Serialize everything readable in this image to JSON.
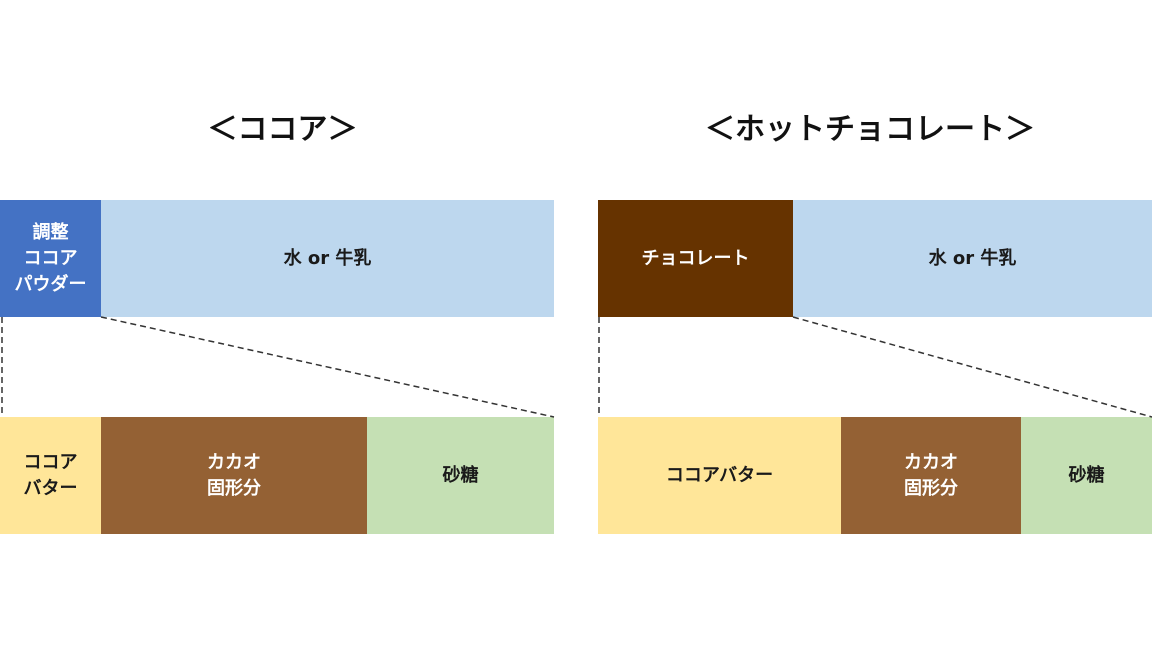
{
  "left_panel": {
    "title": "＜ココア＞",
    "top_row": [
      {
        "id": "adjusted-cocoa-powder",
        "label": "調整\nココア\nパウダー",
        "color": "#4472c4",
        "text": "light"
      },
      {
        "id": "water-or-milk",
        "label": "水 or 牛乳",
        "color": "#bdd7ee",
        "text": "dark"
      }
    ],
    "bottom_row": [
      {
        "id": "cocoa-butter",
        "label": "ココア\nバター",
        "color": "#ffe699",
        "text": "dark"
      },
      {
        "id": "cacao-solids",
        "label": "カカオ\n固形分",
        "color": "#946134",
        "text": "light"
      },
      {
        "id": "sugar",
        "label": "砂糖",
        "color": "#c5e0b4",
        "text": "dark"
      }
    ]
  },
  "right_panel": {
    "title": "＜ホットチョコレート＞",
    "top_row": [
      {
        "id": "chocolate",
        "label": "チョコレート",
        "color": "#663300",
        "text": "light"
      },
      {
        "id": "water-or-milk",
        "label": "水 or 牛乳",
        "color": "#bdd7ee",
        "text": "dark"
      }
    ],
    "bottom_row": [
      {
        "id": "cocoa-butter",
        "label": "ココアバター",
        "color": "#ffe699",
        "text": "dark"
      },
      {
        "id": "cacao-solids",
        "label": "カカオ\n固形分",
        "color": "#946134",
        "text": "light"
      },
      {
        "id": "sugar",
        "label": "砂糖",
        "color": "#c5e0b4",
        "text": "dark"
      }
    ]
  },
  "colors": {
    "connector_line": "#333333"
  }
}
